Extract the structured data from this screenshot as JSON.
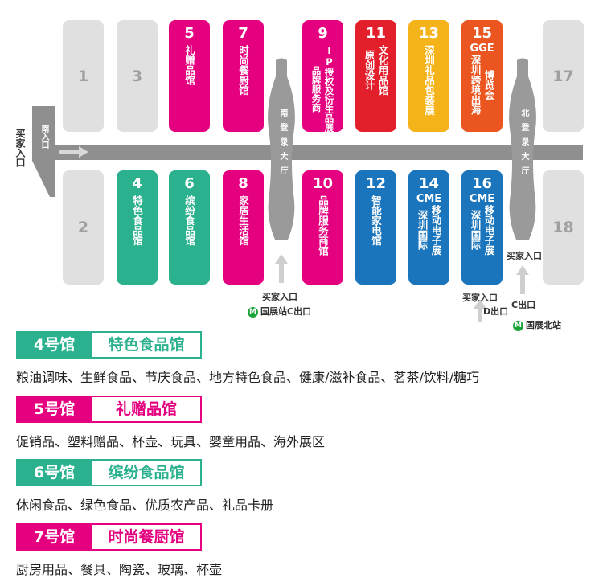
{
  "colors": {
    "pink": "#e4007f",
    "red": "#e41f2c",
    "yellow": "#f5b31a",
    "orange": "#ea5520",
    "teal": "#2bb18e",
    "blue": "#1a75bc",
    "gray": "#e0e0e0",
    "corridor": "#8f8f8f"
  },
  "halls": {
    "h1": {
      "num": "1"
    },
    "h2": {
      "num": "2"
    },
    "h3": {
      "num": "3"
    },
    "h17": {
      "num": "17"
    },
    "h18": {
      "num": "18"
    },
    "h5": {
      "num": "5",
      "text": "礼赠品馆"
    },
    "h7": {
      "num": "7",
      "text": "时尚餐厨馆"
    },
    "h9": {
      "num": "9",
      "text": "IP授权及衍生品展\n品牌服务商"
    },
    "h11": {
      "num": "11",
      "text": "文化用品馆\n原创设计"
    },
    "h13": {
      "num": "13",
      "text": "深圳礼品包装展"
    },
    "h15": {
      "num": "15",
      "header": "GGE",
      "text": "博览会\n深圳跨境出海"
    },
    "h4": {
      "num": "4",
      "text": "特色食品馆"
    },
    "h6": {
      "num": "6",
      "text": "缤纷食品馆"
    },
    "h8": {
      "num": "8",
      "text": "家居生活馆"
    },
    "h10": {
      "num": "10",
      "text": "品牌服务商馆"
    },
    "h12": {
      "num": "12",
      "text": "智能家电馆"
    },
    "h14": {
      "num": "14",
      "header": "CME",
      "text": "移动电子展\n深圳国际"
    },
    "h16": {
      "num": "16",
      "header": "CME",
      "text": "移动电子展\n深圳国际"
    }
  },
  "lobbies": {
    "south": "南登录大厅",
    "north": "北登录大厅"
  },
  "entrances": {
    "south_gate": "南入口",
    "west_buyer": "买家入口",
    "south_buyer": "买家入口",
    "south_metro": "国展站C出口",
    "north_buyer_top": "买家入口",
    "north_c_exit": "C出口",
    "north_buyer_left": "买家入口",
    "north_d_exit": "D出口",
    "north_metro": "国展北站",
    "metro_icon": "metro-icon"
  },
  "legend": [
    {
      "hall": "4号馆",
      "name": "特色食品馆",
      "color": "#2bb18e",
      "desc": "粮油调味、生鲜食品、节庆食品、地方特色食品、健康/滋补食品、茗茶/饮料/糖巧"
    },
    {
      "hall": "5号馆",
      "name": "礼赠品馆",
      "color": "#e4007f",
      "desc": "促销品、塑料赠品、杯壶、玩具、婴童用品、海外展区"
    },
    {
      "hall": "6号馆",
      "name": "缤纷食品馆",
      "color": "#2bb18e",
      "desc": "休闲食品、绿色食品、优质农产品、礼品卡册"
    },
    {
      "hall": "7号馆",
      "name": "时尚餐厨馆",
      "color": "#e4007f",
      "desc": "厨房用品、餐具、陶瓷、玻璃、杯壶"
    }
  ]
}
